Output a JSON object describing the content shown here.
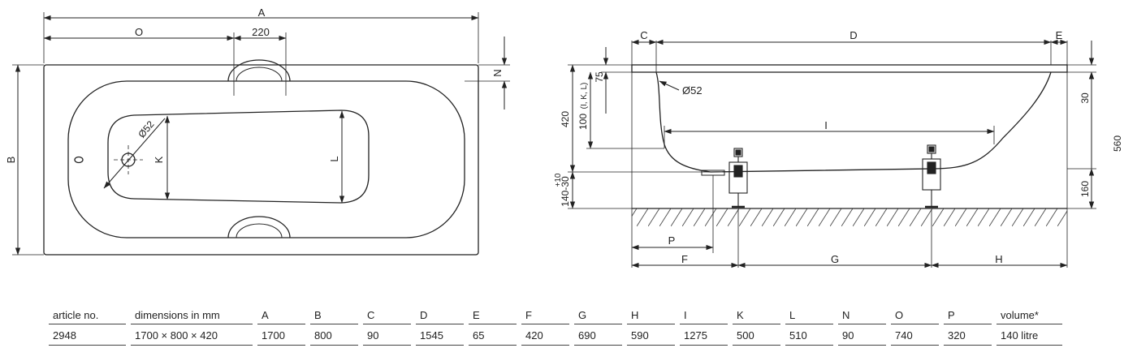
{
  "drawing": {
    "top_view": {
      "dimension_labels": {
        "A": "A",
        "O": "O",
        "handle_width": "220",
        "N": "N",
        "B": "B",
        "K": "K",
        "L": "L",
        "drain_diameter": "Ø52"
      }
    },
    "side_view": {
      "dimension_labels": {
        "C": "C",
        "D": "D",
        "E": "E",
        "depth_75": "75",
        "drain_diameter": "Ø52",
        "depth_420": "420",
        "depth_100": "100",
        "ikl_note": "(I, K, L)",
        "tolerance": "+10",
        "foot_height": "140-30",
        "rim_30": "30",
        "height_560": "560",
        "foot_160": "160",
        "I": "I",
        "P": "P",
        "F": "F",
        "G": "G",
        "H": "H"
      }
    }
  },
  "spec_table": {
    "headers": [
      "article no.",
      "dimensions in mm",
      "A",
      "B",
      "C",
      "D",
      "E",
      "F",
      "G",
      "H",
      "I",
      "K",
      "L",
      "N",
      "O",
      "P",
      "volume*"
    ],
    "values": [
      "2948",
      "1700 × 800 × 420",
      "1700",
      "800",
      "90",
      "1545",
      "65",
      "420",
      "690",
      "590",
      "1275",
      "500",
      "510",
      "90",
      "740",
      "320",
      "140 litre"
    ]
  },
  "colors": {
    "line": "#222222",
    "hatch": "#555555",
    "table_rule": "#444444"
  }
}
